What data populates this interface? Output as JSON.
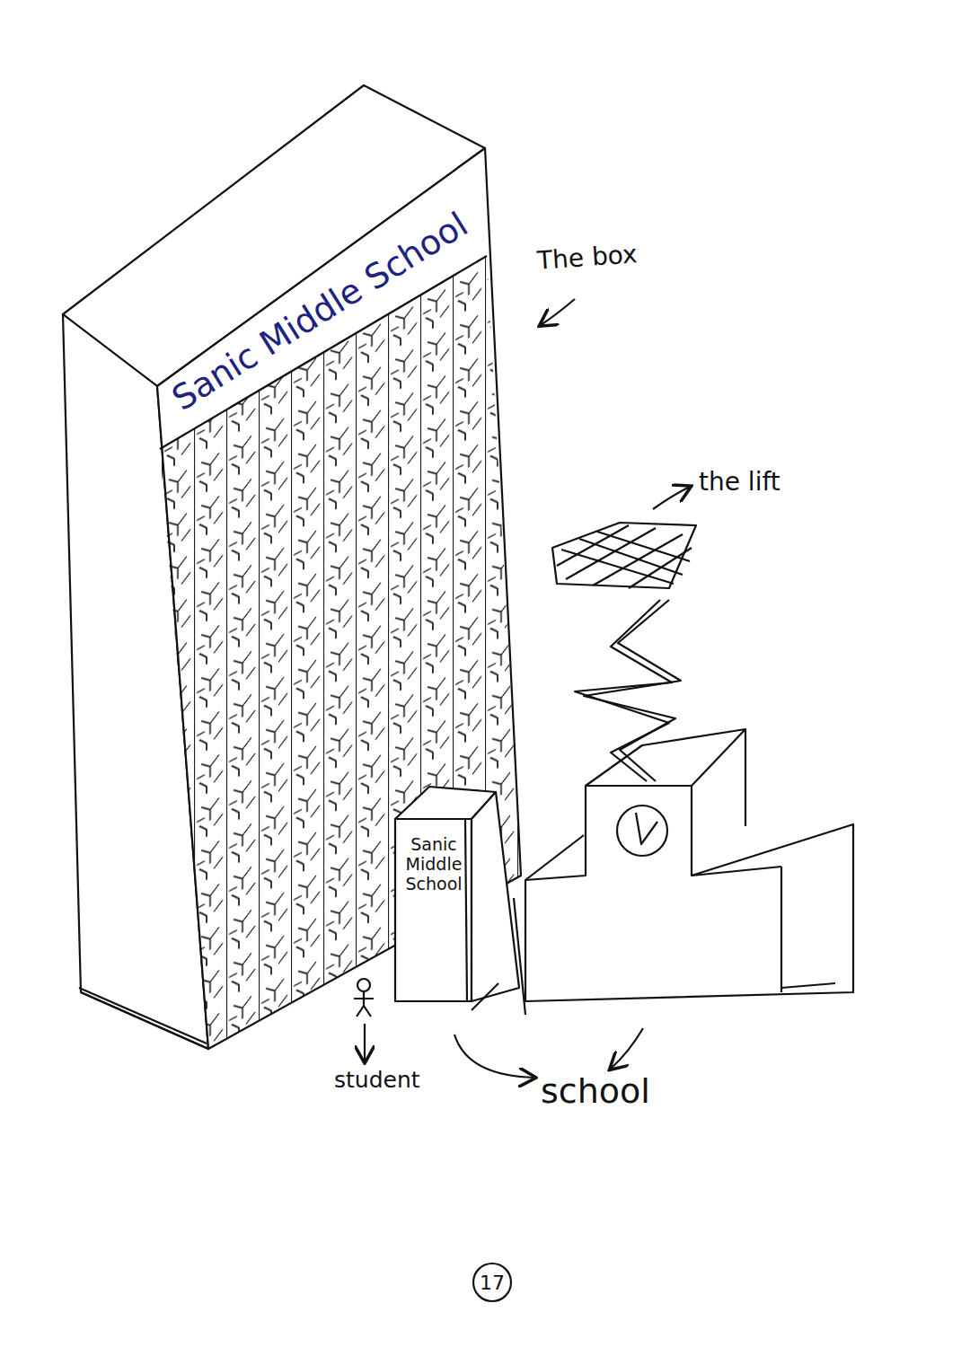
{
  "diagram": {
    "nodes": [
      {
        "text": [
          "Sanic Middle School"
        ]
      },
      {
        "text": [
          "Sanic Middle School"
        ]
      }
    ],
    "labels": [
      "The box",
      "the lift",
      "student",
      "school",
      "17"
    ]
  }
}
